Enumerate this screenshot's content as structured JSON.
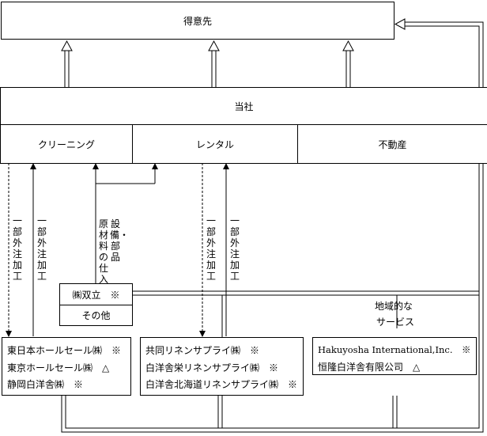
{
  "customer": "得意先",
  "company": "当社",
  "segments": [
    "クリーニング",
    "レンタル",
    "不動産"
  ],
  "outsource_label": "一部外注加工",
  "procurement_label_col1": "設備・部品",
  "procurement_label_col2": "原材料の仕入",
  "soritsu": "㈱双立　※",
  "sonota": "その他",
  "regional_label_line1": "地域的な",
  "regional_label_line2": "サービス",
  "cleaning_subs": [
    "東日本ホールセール㈱　※",
    "東京ホールセール㈱　△",
    "静岡白洋舎㈱　※"
  ],
  "rental_subs": [
    "共同リネンサプライ㈱　※",
    "白洋舎栄リネンサプライ㈱　※",
    "白洋舎北海道リネンサプライ㈱　※"
  ],
  "regional_subs": [
    "Hakuyosha International,Inc.　※",
    "恒隆白洋舎有限公司　△"
  ]
}
